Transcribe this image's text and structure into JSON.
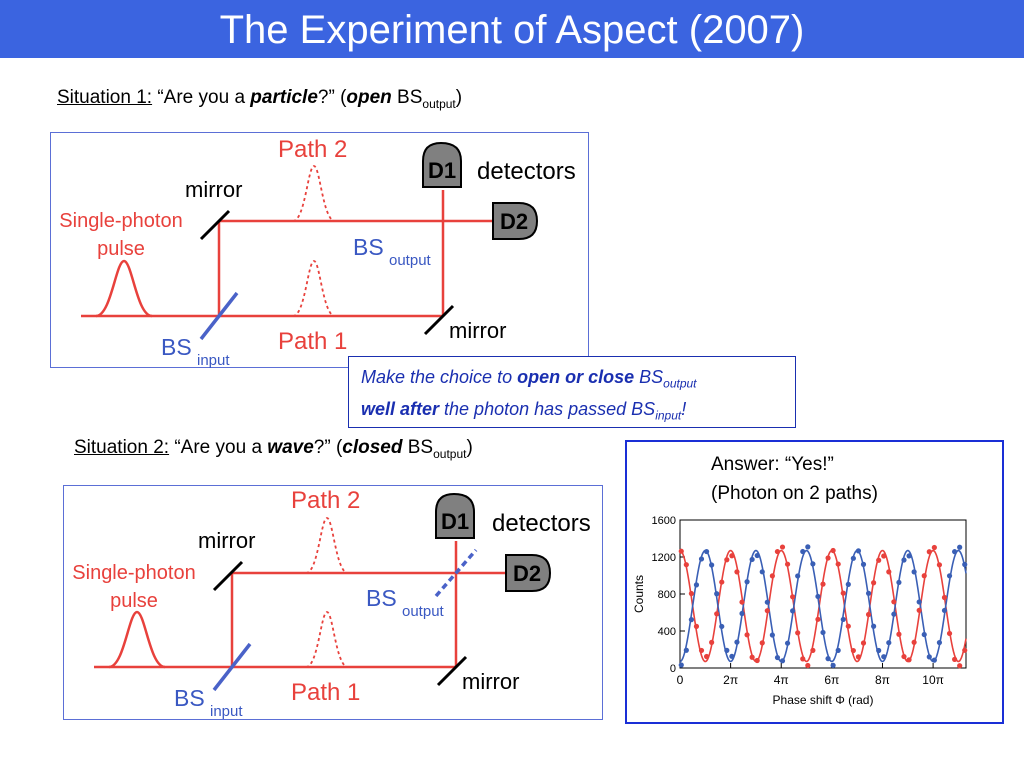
{
  "title": "The Experiment of Aspect (2007)",
  "situation1": {
    "prefix": "Situation 1:",
    "q1": " “Are you a ",
    "emph": "particle",
    "q2": "?” (",
    "state": "open",
    "bs": " BS",
    "sub": "output",
    "close": ")"
  },
  "situation2": {
    "prefix": "Situation 2:",
    "q1": " “Are you a ",
    "emph": "wave",
    "q2": "?” (",
    "state": "closed",
    "bs": " BS",
    "sub": "output",
    "close": ")"
  },
  "diagram": {
    "path2": "Path 2",
    "path1": "Path 1",
    "mirror": "mirror",
    "detectors": "detectors",
    "d1": "D1",
    "d2": "D2",
    "pulse_line1": "Single-photon",
    "pulse_line2": "pulse",
    "bs": "BS",
    "output": "output",
    "input": "input"
  },
  "callout": {
    "l1a": "Make the choice to ",
    "l1b": "open or close",
    "l1c": " BS",
    "l1sub": "output",
    "l2a": "well after",
    "l2b": " the photon has passed BS",
    "l2sub": "input",
    "l2c": "!"
  },
  "answer": {
    "line1": "Answer: “Yes!”",
    "line2": "(Photon on 2 paths)"
  },
  "chart_data": {
    "type": "scatter",
    "title": "",
    "xlabel": "Phase shift Φ (rad)",
    "ylabel": "Counts",
    "xlim": [
      0,
      11.3
    ],
    "ylim": [
      0,
      1600
    ],
    "x_ticks": [
      {
        "v": 0,
        "label": "0"
      },
      {
        "v": 2,
        "label": "2π"
      },
      {
        "v": 4,
        "label": "4π"
      },
      {
        "v": 6,
        "label": "6π"
      },
      {
        "v": 8,
        "label": "8π"
      },
      {
        "v": 10,
        "label": "10π"
      }
    ],
    "y_ticks": [
      0,
      400,
      800,
      1200,
      1600
    ],
    "series": [
      {
        "color": "#e8413c",
        "mean": 670,
        "amplitude": 600,
        "phase": 0
      },
      {
        "color": "#3a5fb5",
        "mean": 670,
        "amplitude": 600,
        "phase": 3.14159
      }
    ]
  }
}
